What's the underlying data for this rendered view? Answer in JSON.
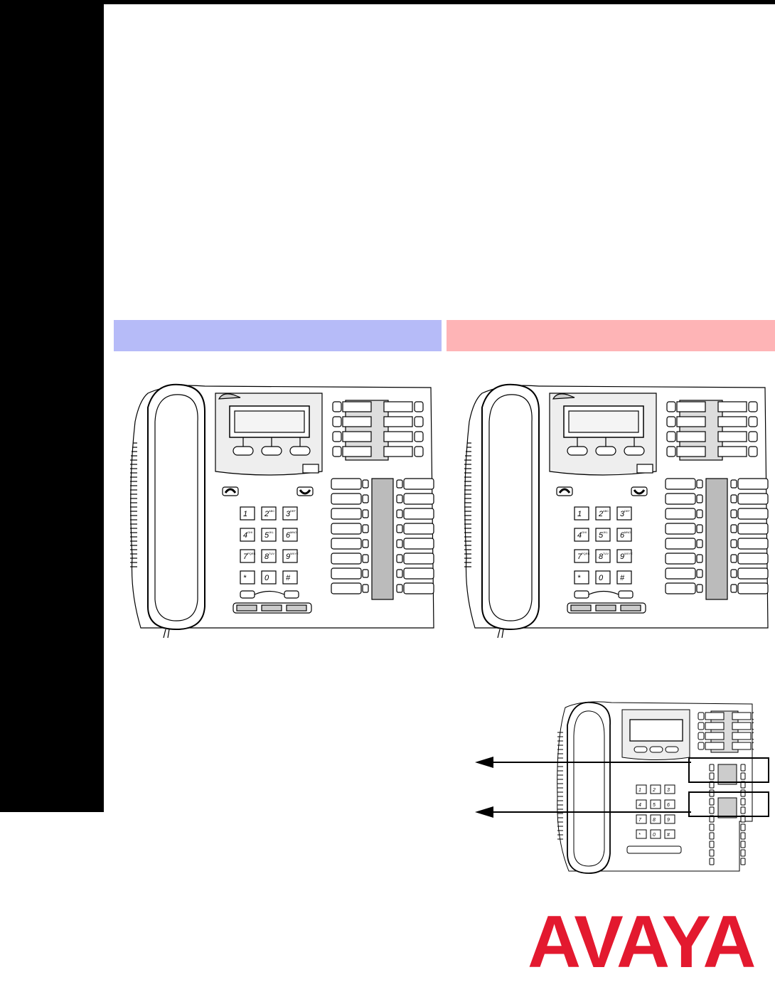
{
  "brand": {
    "logo_text": "AVAYA",
    "logo_color": "#e3192f"
  },
  "colors": {
    "sidebar": "#000000",
    "band_left": "#b6bbf8",
    "band_right": "#feb4b6"
  },
  "keypad": [
    {
      "digit": "1",
      "letters": ""
    },
    {
      "digit": "2",
      "letters": "ABC"
    },
    {
      "digit": "3",
      "letters": "DEF"
    },
    {
      "digit": "4",
      "letters": "GHI"
    },
    {
      "digit": "5",
      "letters": "JKL"
    },
    {
      "digit": "6",
      "letters": "MNO"
    },
    {
      "digit": "7",
      "letters": "PQRS"
    },
    {
      "digit": "8",
      "letters": "TUV"
    },
    {
      "digit": "9",
      "letters": "WXYZ"
    },
    {
      "digit": "*",
      "letters": ""
    },
    {
      "digit": "0",
      "letters": ""
    },
    {
      "digit": "#",
      "letters": ""
    }
  ],
  "icons": {
    "phone_left": "telephone-with-key-module-icon",
    "phone_right": "telephone-with-key-module-icon",
    "phone_small": "telephone-with-expansion-icon",
    "arrows": "arrow-left-icon"
  }
}
